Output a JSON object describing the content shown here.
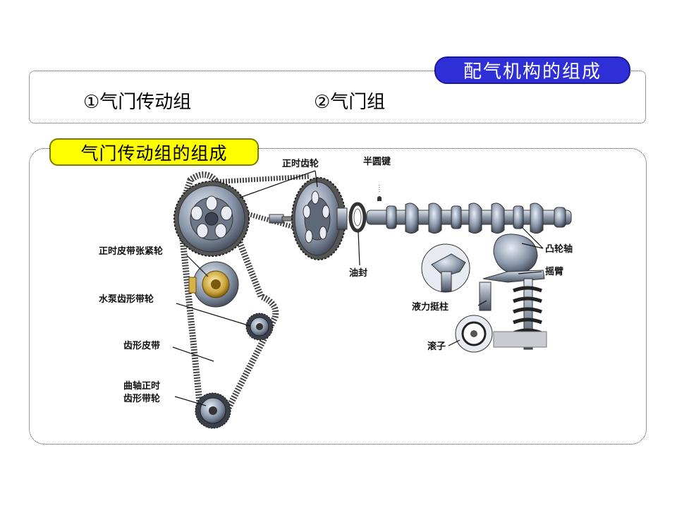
{
  "header": {
    "title": "配气机构的组成",
    "item1": "①气门传动组",
    "item2": "②气门组"
  },
  "section": {
    "title": "气门传动组的组成"
  },
  "labels": {
    "timing_gear": "正时齿轮",
    "woodruff_key": "半圆键",
    "tensioner_line1": "正时皮带张紧轮",
    "water_pump": "水泵齿形带轮",
    "oil_seal": "油封",
    "camshaft": "凸轮轴",
    "rocker_arm": "摇臂",
    "hydraulic_tappet": "液力挺柱",
    "roller": "滚子",
    "toothed_belt": "齿形皮带",
    "crank_pulley_line1": "曲轴正时",
    "crank_pulley_line2": "齿形带轮"
  }
}
